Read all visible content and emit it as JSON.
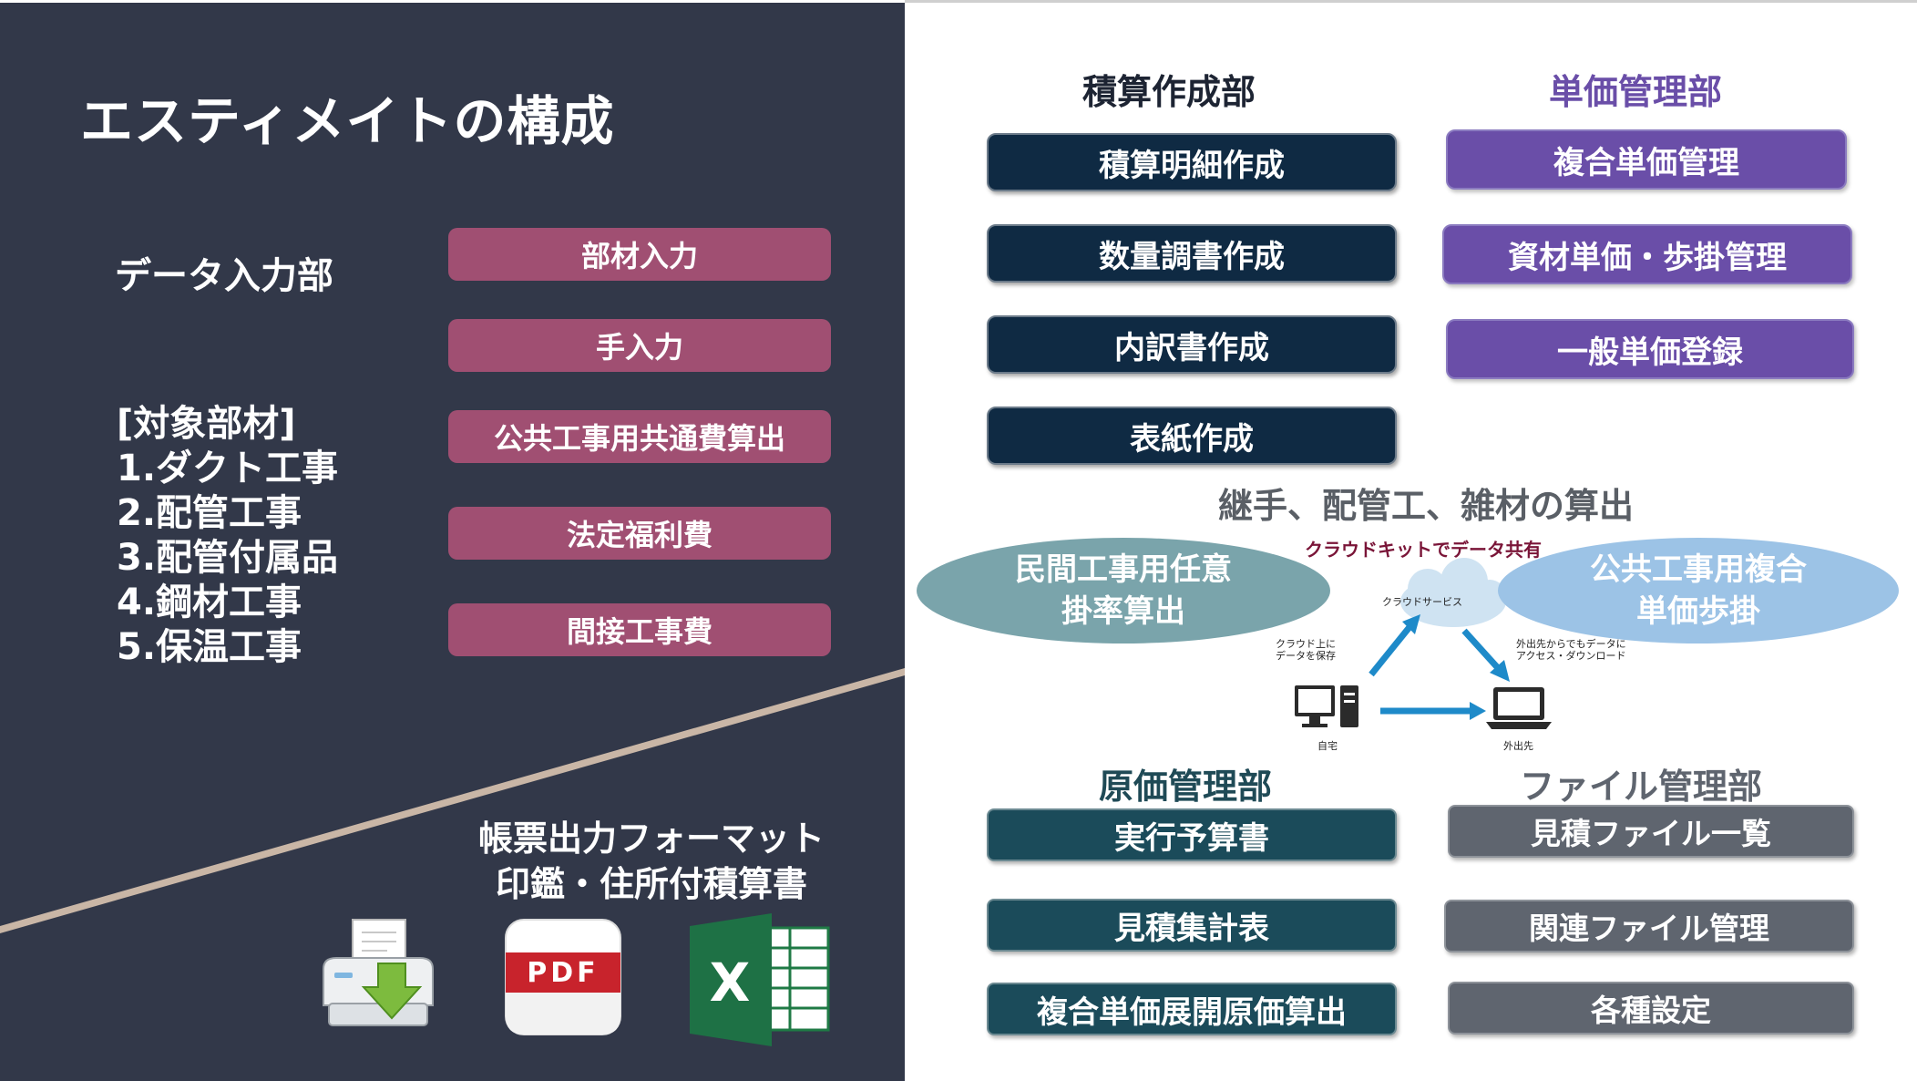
{
  "title": "エスティメイトの構成",
  "data_input": {
    "label": "データ入力部",
    "buttons": [
      "部材入力",
      "手入力",
      "公共工事用共通費算出",
      "法定福利費",
      "間接工事費"
    ],
    "target_title": "[対象部材]",
    "targets": [
      "1.ダクト工事",
      "2.配管工事",
      "3.配管付属品",
      "4.鋼材工事",
      "5.保温工事"
    ]
  },
  "output": {
    "line1": "帳票出力フォーマット",
    "line2": "印鑑・住所付積算書",
    "icons": [
      "printer-icon",
      "pdf-icon",
      "excel-icon"
    ],
    "pdf_text": "PDF",
    "excel_text": "X"
  },
  "estimate_section": {
    "title": "積算作成部",
    "items": [
      "積算明細作成",
      "数量調書作成",
      "内訳書作成",
      "表紙作成"
    ]
  },
  "unit_price_section": {
    "title": "単価管理部",
    "items": [
      "複合単価管理",
      "資材単価・歩掛管理",
      "一般単価登録"
    ]
  },
  "fitting_calc": "継手、配管工、雑材の算出",
  "cloud": {
    "caption": "クラウドキットでデータ共有",
    "service": "クラウドサービス",
    "upload_note": [
      "クラウド上に",
      "データを保存"
    ],
    "download_note": [
      "外出先からでもデータに",
      "アクセス・ダウンロード"
    ],
    "home": "自宅",
    "outside": "外出先"
  },
  "ellipse_left": [
    "民間工事用任意",
    "掛率算出"
  ],
  "ellipse_right": [
    "公共工事用複合",
    "単価歩掛"
  ],
  "cost_section": {
    "title": "原価管理部",
    "items": [
      "実行予算書",
      "見積集計表",
      "複合単価展開原価算出"
    ]
  },
  "file_section": {
    "title": "ファイル管理部",
    "items": [
      "見積ファイル一覧",
      "関連ファイル管理",
      "各種設定"
    ]
  },
  "colors": {
    "left_bg": "#323849",
    "mauve": "#a04f72",
    "navy": "#0f2a43",
    "purple": "#6a4ea8",
    "teal": "#1b4b5a",
    "gray": "#5f656f",
    "stripe": "#c9b6a6"
  }
}
